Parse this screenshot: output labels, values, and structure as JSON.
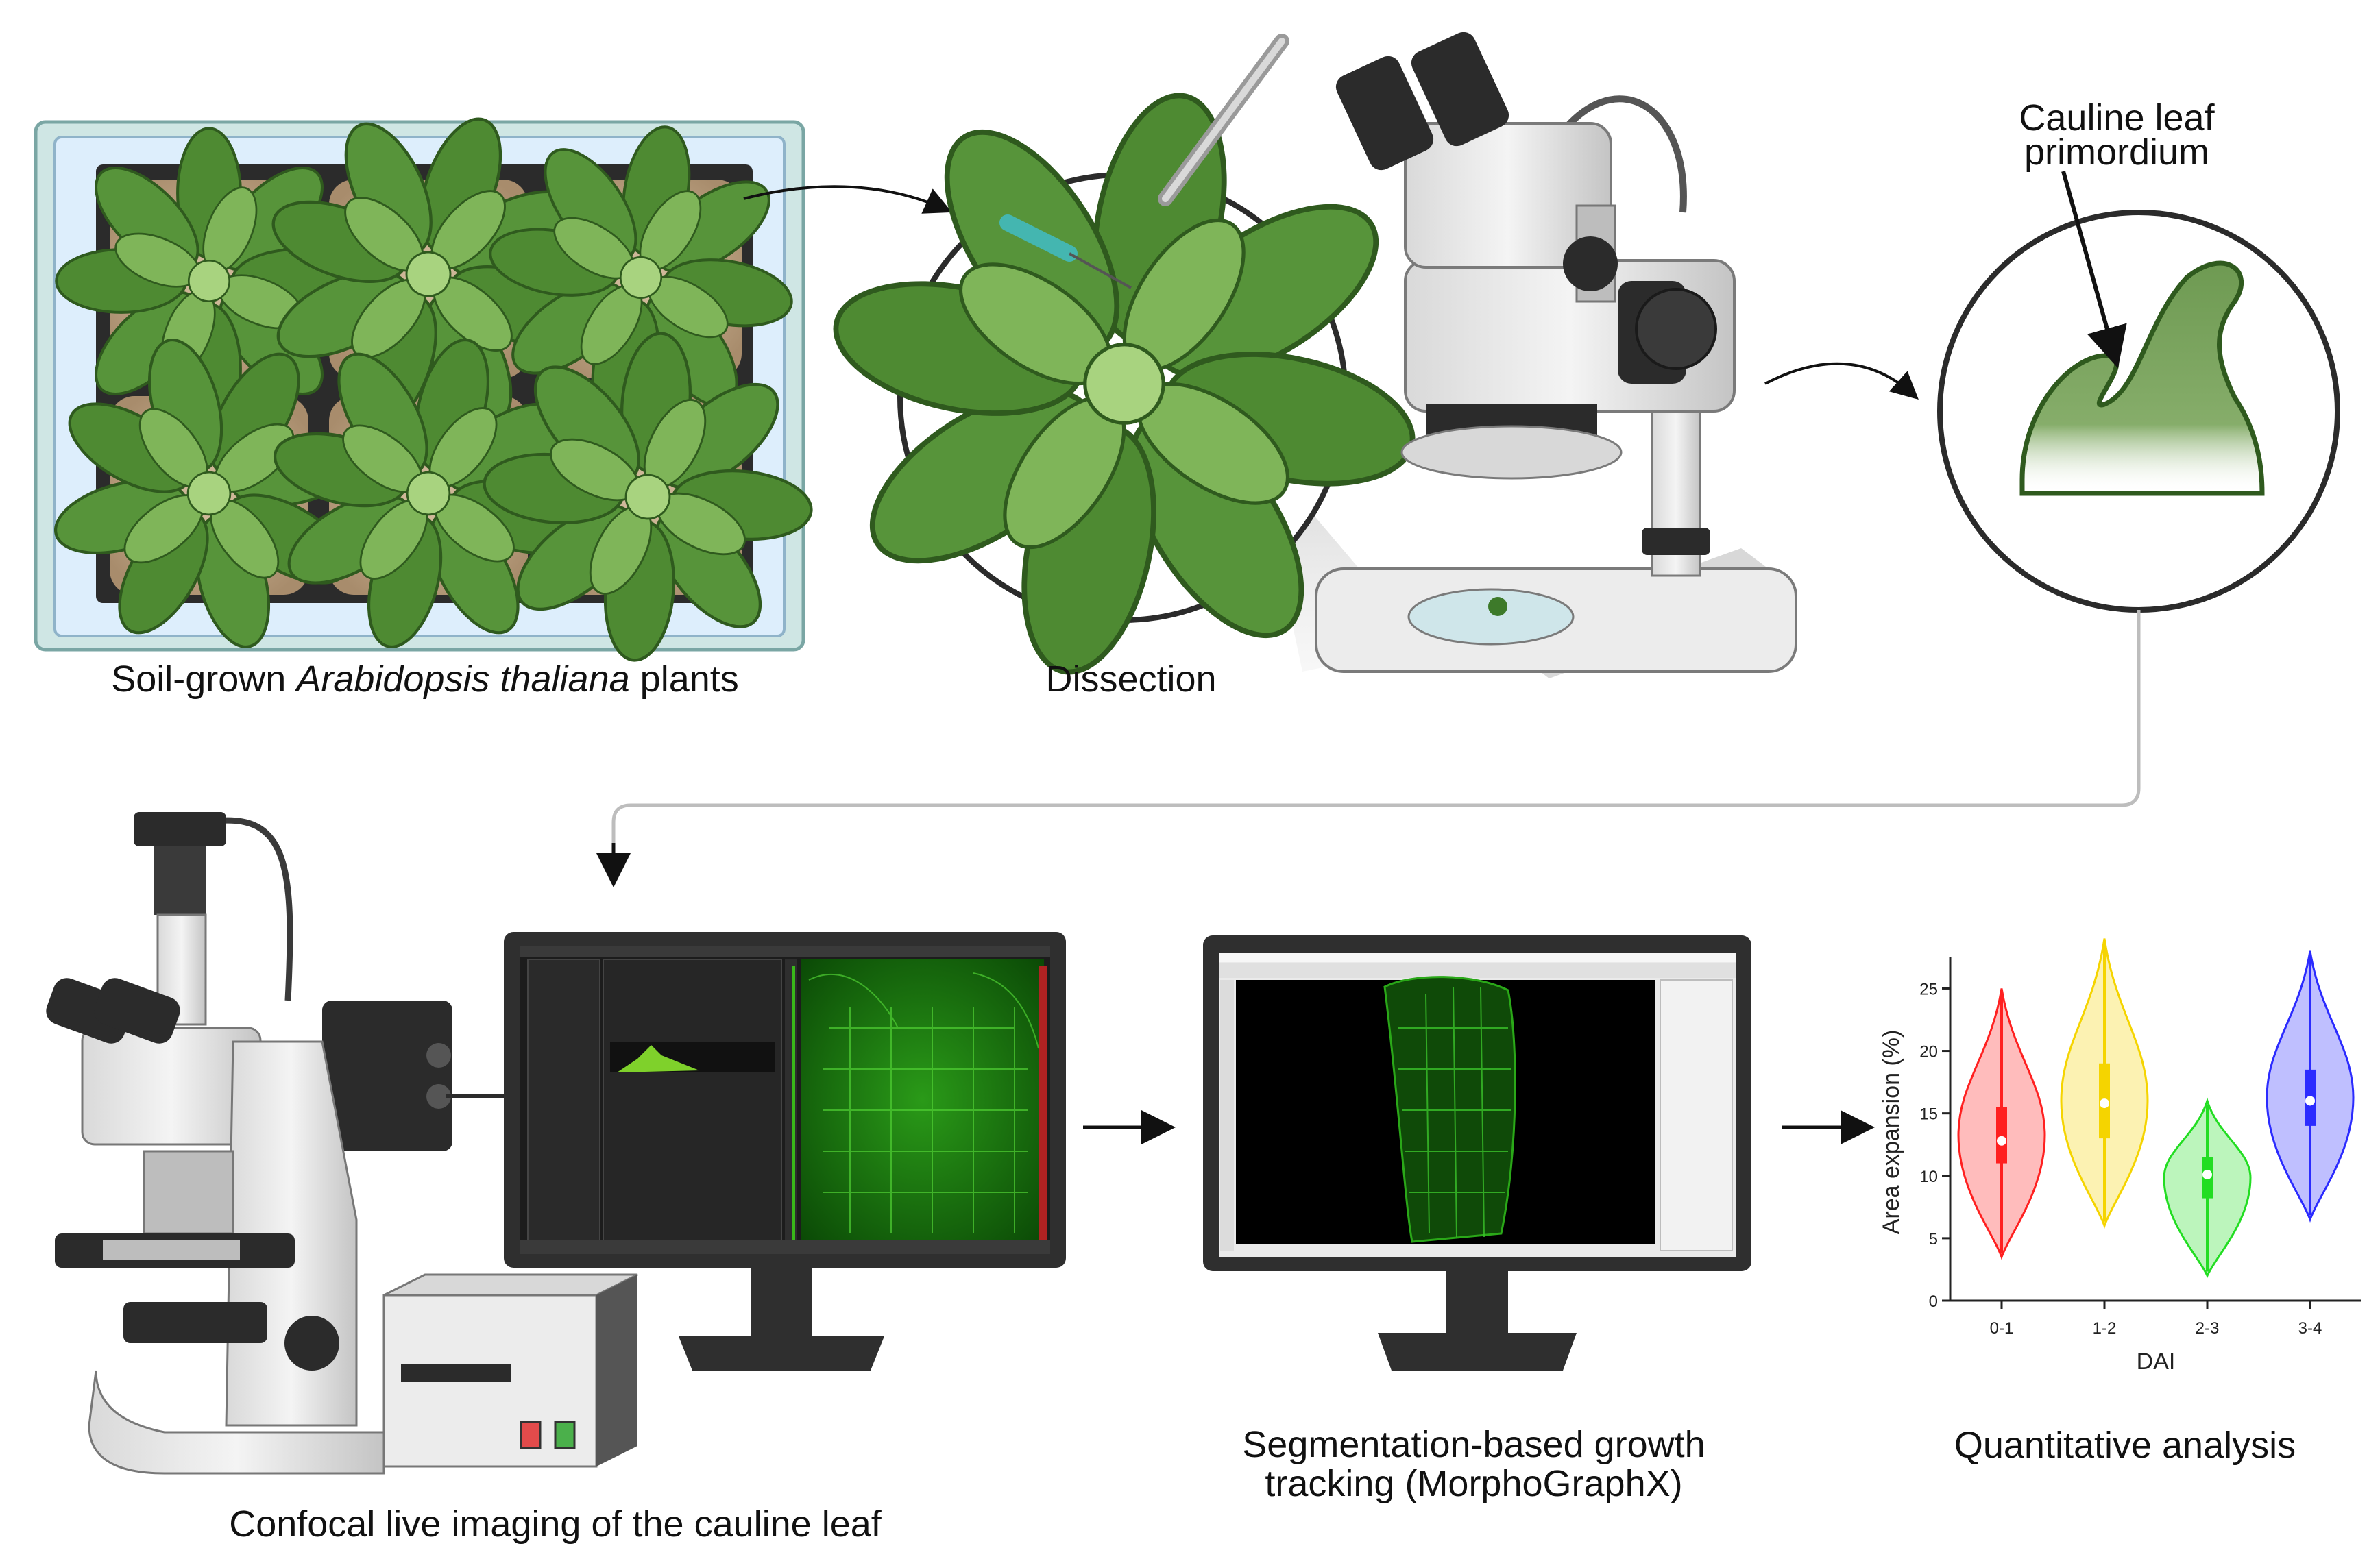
{
  "captions": {
    "soil": {
      "pre": "Soil-grown ",
      "italic": "Arabidopsis thaliana",
      "post": " plants"
    },
    "dissection": "Dissection",
    "primordium_line1": "Cauline leaf",
    "primordium_line2": "primordium",
    "confocal": "Confocal live imaging of the cauline leaf",
    "segmentation_line1": "Segmentation-based growth",
    "segmentation_line2": "tracking (MorphoGraphX)",
    "quant": "Quantitative analysis"
  },
  "chart_data": {
    "type": "violin",
    "categories": [
      "0-1",
      "1-2",
      "2-3",
      "3-4"
    ],
    "xlabel": "DAI",
    "ylabel": "Area expansion (%)",
    "ylim": [
      0,
      27
    ],
    "yticks": [
      0,
      5,
      10,
      15,
      20,
      25
    ],
    "series": [
      {
        "category": "0-1",
        "color": "#ff2020",
        "min": 3.5,
        "max": 25,
        "q1": 11,
        "median": 12.8,
        "q3": 15.5
      },
      {
        "category": "1-2",
        "color": "#f5d400",
        "min": 6,
        "max": 29,
        "q1": 13,
        "median": 15.8,
        "q3": 19
      },
      {
        "category": "2-3",
        "color": "#22dd22",
        "min": 2,
        "max": 16,
        "q1": 8.2,
        "median": 10.1,
        "q3": 11.5
      },
      {
        "category": "3-4",
        "color": "#2b2bff",
        "min": 6.5,
        "max": 28,
        "q1": 14,
        "median": 16,
        "q3": 18.5
      }
    ]
  },
  "colors": {
    "leaf_dark": "#3f7a2a",
    "leaf_mid": "#5f9e3f",
    "leaf_light": "#9ccc6f",
    "tray": "#2b2b2b",
    "monitor": "#2f2f2f",
    "confocal_green": "#1f8a12"
  }
}
